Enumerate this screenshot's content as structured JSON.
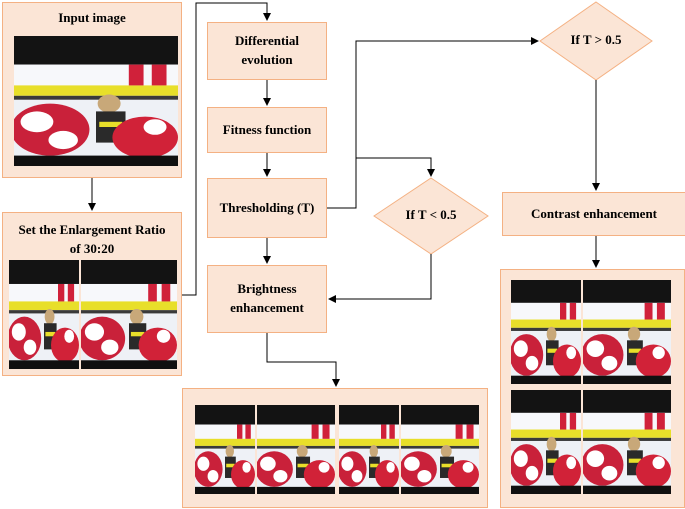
{
  "input_panel": {
    "title": "Input image"
  },
  "enlarge_panel": {
    "title_line1": "Set the Enlargement Ratio",
    "title_line2": "of 30:20"
  },
  "steps": {
    "differential_evolution": "Differential evolution",
    "fitness_function": "Fitness function",
    "thresholding": "Thresholding  (T)",
    "brightness_enhancement": "Brightness enhancement",
    "contrast_enhancement": "Contrast enhancement"
  },
  "decisions": {
    "greater": "If T > 0.5",
    "less": "If T < 0.5"
  },
  "colors": {
    "box_fill": "#fbe5d6",
    "box_border": "#f4b183",
    "arrow": "#000000"
  }
}
